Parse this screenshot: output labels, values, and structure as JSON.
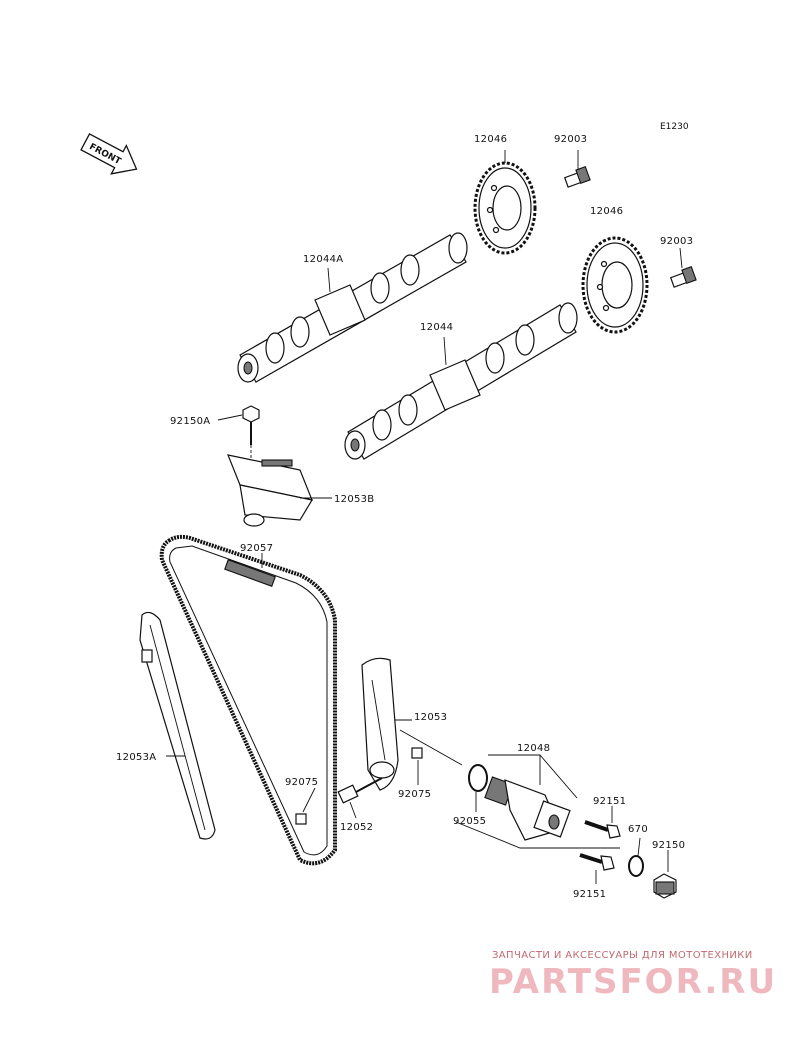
{
  "diagram_code": "E1230",
  "front_label": "FRONT",
  "parts": {
    "sprocket_a": "12046",
    "bolt_a": "92003",
    "sprocket_b": "12046",
    "bolt_b": "92003",
    "camshaft_exhaust": "12044A",
    "camshaft_intake": "12044",
    "bolt_guide": "92150A",
    "guide_upper": "12053B",
    "chain": "92057",
    "guide_front": "12053A",
    "guide_rear": "12053",
    "tensioner": "12048",
    "bolt_tensioner_top": "92151",
    "washer": "670",
    "plug": "92150",
    "bolt_tensioner_bottom": "92151",
    "oring": "92055",
    "collar_left": "92075",
    "collar_right": "92075",
    "bolt_pivot": "12052"
  },
  "watermark": {
    "tagline": "ЗАПЧАСТИ И АКСЕССУАРЫ ДЛЯ МОТОТЕХНИКИ",
    "logo": "PARTSFOR.RU"
  }
}
